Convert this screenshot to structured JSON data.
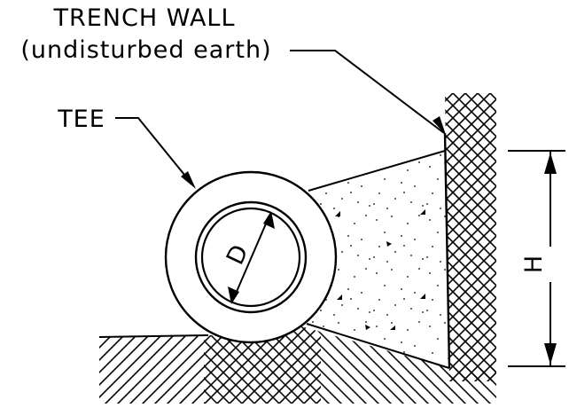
{
  "labels": {
    "trench_wall": "TRENCH WALL",
    "trench_wall_sub": "(undisturbed earth)",
    "tee": "TEE",
    "diameter": "D",
    "height": "H"
  },
  "colors": {
    "line": "#000000",
    "background": "#ffffff"
  }
}
